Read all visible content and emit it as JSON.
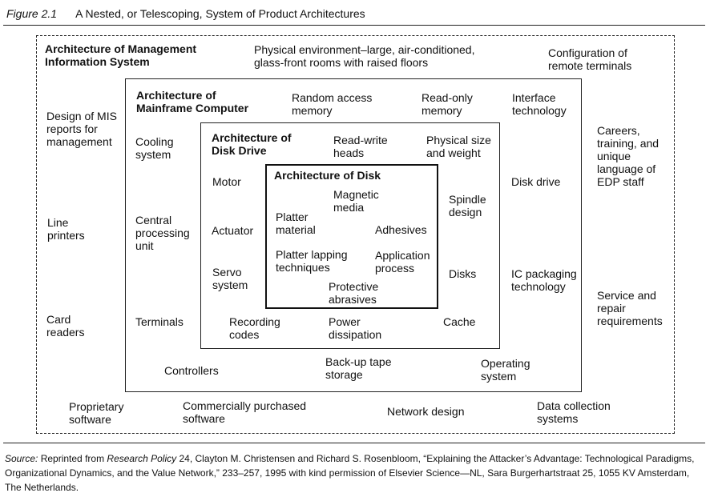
{
  "figure": {
    "label": "Figure 2.1",
    "title": "A Nested, or Telescoping, System of Product Architectures"
  },
  "mis": {
    "title_l1": "Architecture of Management",
    "title_l2": "Information System",
    "items": {
      "physical_env_l1": "Physical environment–large, air-conditioned,",
      "physical_env_l2": "glass-front rooms with raised floors",
      "remote_terminals_l1": "Configuration of",
      "remote_terminals_l2": "remote terminals",
      "mis_reports_l1": "Design of MIS",
      "mis_reports_l2": "reports for",
      "mis_reports_l3": "management",
      "line_printers_l1": "Line",
      "line_printers_l2": "printers",
      "card_readers_l1": "Card",
      "card_readers_l2": "readers",
      "careers_l1": "Careers,",
      "careers_l2": "training, and",
      "careers_l3": "unique",
      "careers_l4": "language of",
      "careers_l5": "EDP staff",
      "service_l1": "Service and",
      "service_l2": "repair",
      "service_l3": "requirements",
      "proprietary_l1": "Proprietary",
      "proprietary_l2": "software",
      "commercial_l1": "Commercially purchased",
      "commercial_l2": "software",
      "network": "Network design",
      "data_collection_l1": "Data collection",
      "data_collection_l2": "systems"
    }
  },
  "mainframe": {
    "title_l1": "Architecture of",
    "title_l2": "Mainframe Computer",
    "items": {
      "ram_l1": "Random access",
      "ram_l2": "memory",
      "rom_l1": "Read-only",
      "rom_l2": "memory",
      "interface_l1": "Interface",
      "interface_l2": "technology",
      "cooling_l1": "Cooling",
      "cooling_l2": "system",
      "cpu_l1": "Central",
      "cpu_l2": "processing",
      "cpu_l3": "unit",
      "terminals": "Terminals",
      "disk_drive": "Disk drive",
      "ic_packaging_l1": "IC packaging",
      "ic_packaging_l2": "technology",
      "controllers": "Controllers",
      "backup_l1": "Back-up tape",
      "backup_l2": "storage",
      "os_l1": "Operating",
      "os_l2": "system"
    }
  },
  "disk_drive": {
    "title_l1": "Architecture of",
    "title_l2": "Disk Drive",
    "items": {
      "heads_l1": "Read-write",
      "heads_l2": "heads",
      "physical_size_l1": "Physical size",
      "physical_size_l2": "and weight",
      "motor": "Motor",
      "actuator": "Actuator",
      "servo_l1": "Servo",
      "servo_l2": "system",
      "spindle_l1": "Spindle",
      "spindle_l2": "design",
      "disks": "Disks",
      "recording_l1": "Recording",
      "recording_l2": "codes",
      "power_l1": "Power",
      "power_l2": "dissipation",
      "cache": "Cache"
    }
  },
  "disk": {
    "title": "Architecture of Disk",
    "items": {
      "magnetic_l1": "Magnetic",
      "magnetic_l2": "media",
      "platter_l1": "Platter",
      "platter_l2": "material",
      "adhesives": "Adhesives",
      "lapping_l1": "Platter lapping",
      "lapping_l2": "techniques",
      "application_l1": "Application",
      "application_l2": "process",
      "abrasives_l1": "Protective",
      "abrasives_l2": "abrasives"
    }
  },
  "source": {
    "label": "Source:",
    "text_1": "Reprinted from",
    "journal": "Research Policy",
    "text_2": "24, Clayton M. Christensen and Richard S. Rosenbloom, “Explaining the Attacker’s Advantage: Technological Paradigms, Organizational Dynamics, and the Value Network,” 233–257, 1995 with kind permission of Elsevier Science—NL, Sara Burgerhartstraat 25, 1055 KV Amsterdam, The Netherlands."
  }
}
